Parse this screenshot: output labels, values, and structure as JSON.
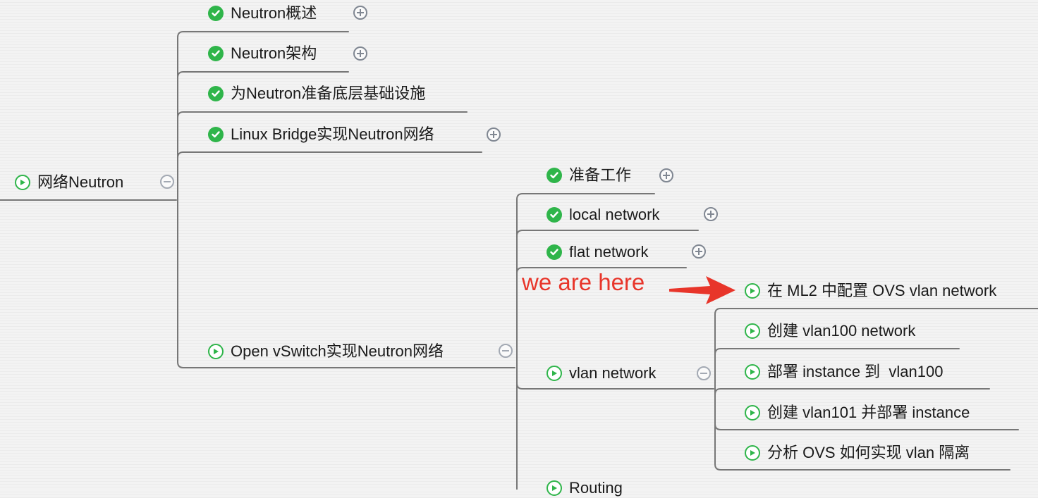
{
  "root": {
    "label": "网络Neutron",
    "status": "in-progress",
    "toggle": "collapse"
  },
  "branches": [
    {
      "label": "Neutron概述",
      "status": "done",
      "toggle": "expand"
    },
    {
      "label": "Neutron架构",
      "status": "done",
      "toggle": "expand"
    },
    {
      "label": "为Neutron准备底层基础设施",
      "status": "done",
      "toggle": "none"
    },
    {
      "label": "Linux Bridge实现Neutron网络",
      "status": "done",
      "toggle": "expand"
    },
    {
      "label": "Open vSwitch实现Neutron网络",
      "status": "in-progress",
      "toggle": "collapse"
    }
  ],
  "ovs_children": [
    {
      "label": "准备工作",
      "status": "done",
      "toggle": "expand"
    },
    {
      "label": "local network",
      "status": "done",
      "toggle": "expand"
    },
    {
      "label": "flat network",
      "status": "done",
      "toggle": "expand"
    },
    {
      "label": "vlan network",
      "status": "in-progress",
      "toggle": "collapse"
    },
    {
      "label": "Routing",
      "status": "in-progress",
      "toggle": "none"
    }
  ],
  "vlan_children": [
    {
      "label": "在 ML2 中配置 OVS vlan network",
      "status": "in-progress"
    },
    {
      "label": "创建 vlan100 network",
      "status": "in-progress"
    },
    {
      "label": "部署 instance 到  vlan100",
      "status": "in-progress"
    },
    {
      "label": "创建 vlan101 并部署 instance",
      "status": "in-progress"
    },
    {
      "label": "分析 OVS 如何实现 vlan 隔离",
      "status": "in-progress"
    }
  ],
  "annotation": {
    "text": "we are here",
    "color": "#e8352a"
  },
  "colors": {
    "done": "#2fb54a",
    "in_progress_ring": "#2fb54a",
    "connector": "#777777",
    "toggle": "#808792",
    "annotation": "#e8352a"
  },
  "icons": {
    "done": "check-circle-icon",
    "in_progress": "play-circle-icon",
    "expand": "plus-circle-icon",
    "collapse": "minus-circle-icon"
  }
}
